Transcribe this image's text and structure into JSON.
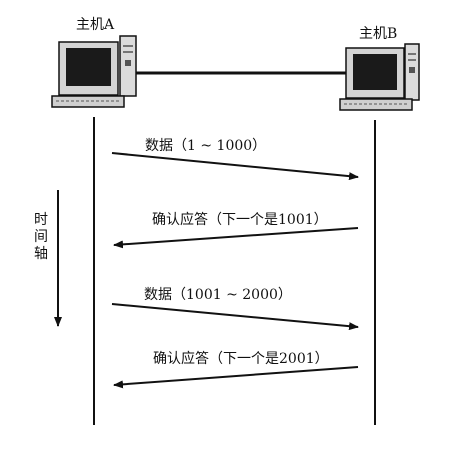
{
  "hosts": {
    "a": {
      "label": "主机A"
    },
    "b": {
      "label": "主机B"
    }
  },
  "time_axis": {
    "chars": [
      "时",
      "间",
      "轴"
    ]
  },
  "messages": [
    {
      "text": "数据（1 ~ 1000）",
      "direction": "A-to-B"
    },
    {
      "text": "确认应答（下一个是1001）",
      "direction": "B-to-A"
    },
    {
      "text": "数据（1001 ~ 2000）",
      "direction": "A-to-B"
    },
    {
      "text": "确认应答（下一个是2001）",
      "direction": "B-to-A"
    }
  ]
}
